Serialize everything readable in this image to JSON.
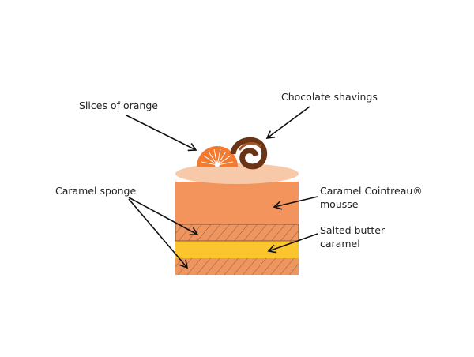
{
  "labels": {
    "orange": "Slices of orange",
    "chocolate": "Chocolate shavings",
    "sponge": "Caramel sponge",
    "mousse_line1": "Caramel Cointreau®",
    "mousse_line2": "mousse",
    "caramel_line1": "Salted butter",
    "caramel_line2": "caramel"
  },
  "colors": {
    "top": "#f8c9a9",
    "mousse": "#f2945c",
    "sponge": "#ef9560",
    "caramel": "#fbc52e",
    "orange": "#f47a30",
    "chocolate": "#6b3414"
  }
}
